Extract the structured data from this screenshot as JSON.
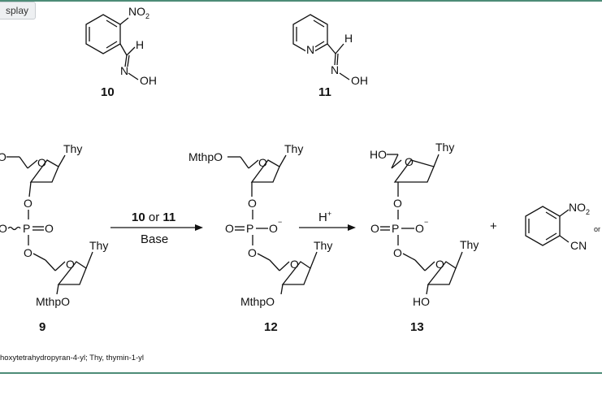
{
  "ui": {
    "badge": "splay"
  },
  "compound_10": {
    "no2": "NO",
    "no2_sub": "2",
    "h": "H",
    "n": "N",
    "oh": "OH",
    "label": "10"
  },
  "compound_11": {
    "n_ring": "N",
    "h": "H",
    "n": "N",
    "oh": "OH",
    "label": "11"
  },
  "compound_9": {
    "o_cut": "O",
    "thy_top": "Thy",
    "ring_o_top": "O",
    "o_link": "O",
    "o_left": "O",
    "p": "P",
    "o_right": "O",
    "o_link2": "O",
    "thy_bottom": "Thy",
    "ring_o_bottom": "O",
    "mthpo": "MthpO",
    "label": "9"
  },
  "arrow1": {
    "reagent_bold": "10",
    "reagent_mid": " or ",
    "reagent_bold2": "11",
    "base": "Base"
  },
  "compound_12": {
    "mthpo_top": "MthpO",
    "thy_top": "Thy",
    "ring_o_top": "O",
    "o_link": "O",
    "o_left": "O",
    "p": "P",
    "o_right": "O",
    "charge": "−",
    "o_link2": "O",
    "thy_bottom": "Thy",
    "ring_o_bottom": "O",
    "mthpo": "MthpO",
    "label": "12"
  },
  "arrow2": {
    "reagent": "H",
    "reagent_sup": "+"
  },
  "compound_13": {
    "ho_top": "HO",
    "thy_top": "Thy",
    "ring_o_top": "O",
    "o_link": "O",
    "o_left": "O",
    "p": "P",
    "o_right": "O",
    "charge": "−",
    "o_link2": "O",
    "thy_bottom": "Thy",
    "ring_o_bottom": "O",
    "ho_bottom": "HO",
    "label": "13"
  },
  "plus": "+",
  "byproduct": {
    "no2": "NO",
    "no2_sub": "2",
    "cn": "CN",
    "cut_text": "or"
  },
  "caption": "hoxytetrahydropyran-4-yl; Thy, thymin-1-yl"
}
